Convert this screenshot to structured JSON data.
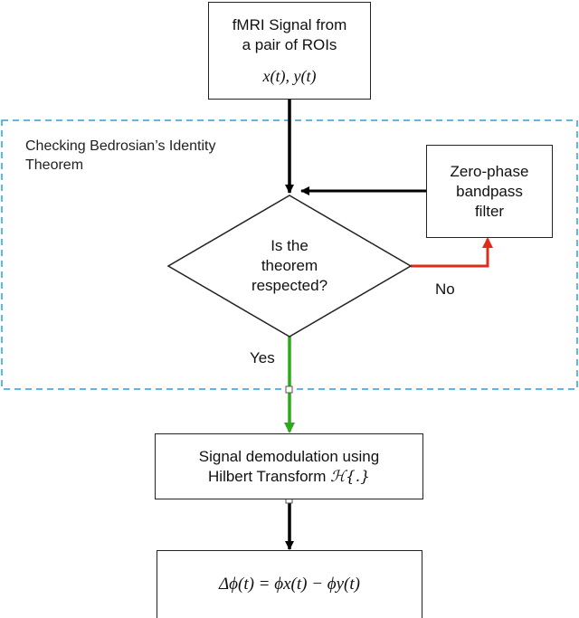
{
  "region": {
    "title_line1": "Checking Bedrosian’s Identity",
    "title_line2": "Theorem"
  },
  "nodes": {
    "input": {
      "line1": "fMRI Signal from",
      "line2": "a pair of ROIs",
      "math": "x(t), y(t)"
    },
    "filter": {
      "line1": "Zero-phase",
      "line2": "bandpass",
      "line3": "filter"
    },
    "decision": {
      "line1": "Is the",
      "line2": "theorem",
      "line3": "respected?"
    },
    "demod": {
      "line1": "Signal demodulation using",
      "line2": "Hilbert Transform",
      "math": "ℋ{.}"
    },
    "output": {
      "math": "Δϕ(t) = ϕx(t) − ϕy(t)"
    }
  },
  "edges": {
    "no_label": "No",
    "yes_label": "Yes"
  },
  "colors": {
    "dashed_border": "#2a9fd8",
    "no_arrow": "#e02a1a",
    "yes_arrow": "#2ea81c",
    "default_arrow": "#000000"
  }
}
